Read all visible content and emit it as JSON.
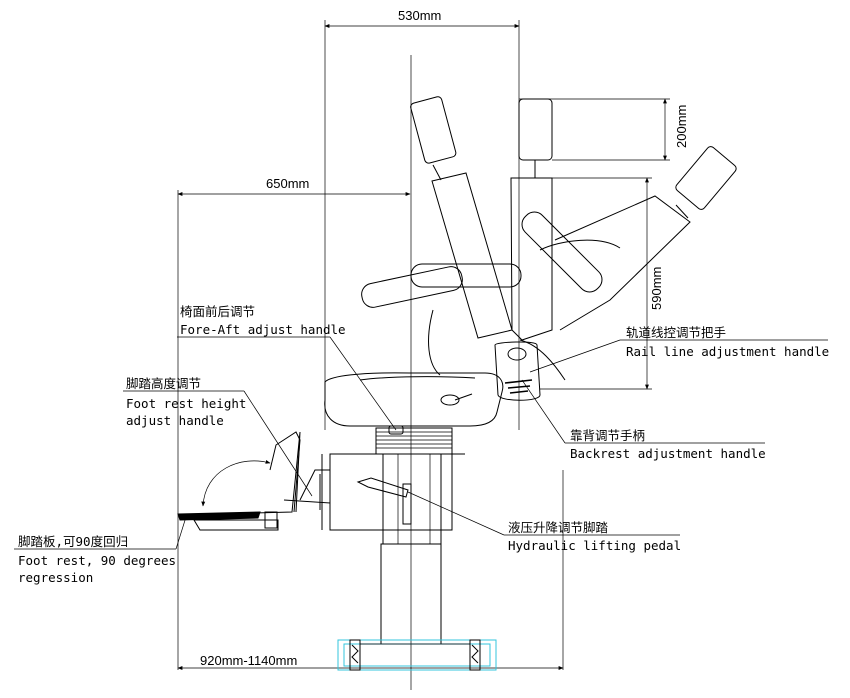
{
  "dimensions": {
    "width_total": "530mm",
    "depth_front": "650mm",
    "handle_height": "200mm",
    "backrest_height": "590mm",
    "overall_height": "920mm-1140mm"
  },
  "labels": {
    "fore_aft": {
      "zh": "椅面前后调节",
      "en": "Fore-Aft adjust handle"
    },
    "foot_rest_height": {
      "zh": "脚踏高度调节",
      "en_line1": "Foot rest height",
      "en_line2": "adjust handle"
    },
    "foot_rest": {
      "zh": "脚踏板,可90度回归",
      "en_line1": "Foot rest, 90 degrees",
      "en_line2": "regression"
    },
    "rail_line": {
      "zh": "轨道线控调节把手",
      "en": "Rail line adjustment handle"
    },
    "backrest": {
      "zh": "靠背调节手柄",
      "en": "Backrest adjustment handle"
    },
    "hydraulic": {
      "zh": "液压升降调节脚踏",
      "en": "Hydraulic lifting pedal"
    }
  }
}
